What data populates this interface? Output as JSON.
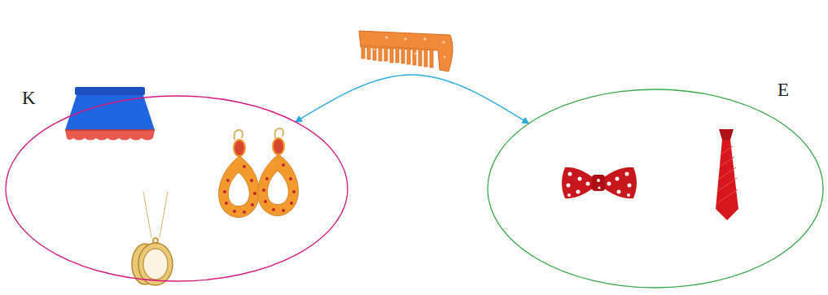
{
  "diagram": {
    "nodes": [
      {
        "text": [
          "K"
        ]
      },
      {
        "text": [
          "E"
        ]
      }
    ],
    "edges": [
      {
        "from": 0,
        "to": 1,
        "arrow": "both"
      }
    ]
  }
}
